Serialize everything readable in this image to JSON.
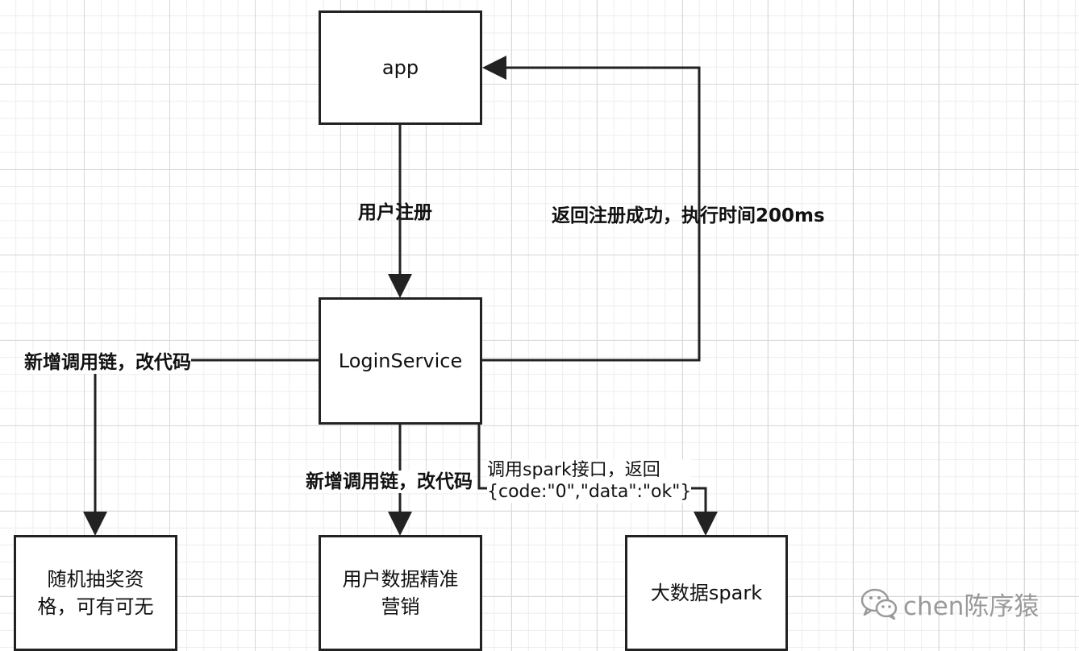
{
  "nodes": {
    "app": "app",
    "login_service": "LoginService",
    "lottery": [
      "随机抽奖资",
      "格，可有可无"
    ],
    "marketing": [
      "用户数据精准",
      "营销"
    ],
    "spark": "大数据spark"
  },
  "edges": {
    "register": "用户注册",
    "return_success": "返回注册成功，执行时间200ms",
    "new_chain_left": "新增调用链，改代码",
    "new_chain_middle": "新增调用链，改代码",
    "spark_call_line1": "调用spark接口，返回",
    "spark_call_line2": "{code:\"0\",\"data\":\"ok\"}"
  },
  "watermark": {
    "icon": "wechat-icon",
    "text": "chen陈序猿"
  },
  "colors": {
    "stroke": "#222222",
    "grid": "#d9d9d9",
    "watermark": "#9a9a9a"
  }
}
